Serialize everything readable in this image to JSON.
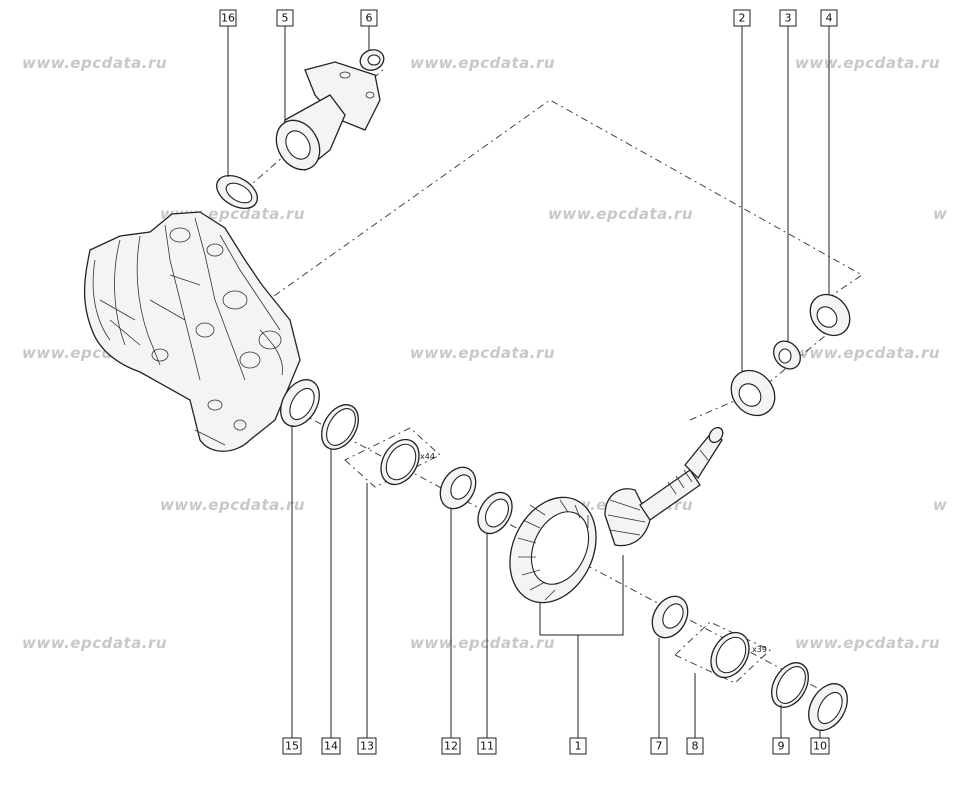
{
  "watermark": "www.epcdata.ru",
  "watermark_partial": "w",
  "callouts": {
    "c1": "1",
    "c2": "2",
    "c3": "3",
    "c4": "4",
    "c5": "5",
    "c6": "6",
    "c7": "7",
    "c8": "8",
    "c9": "9",
    "c10": "10",
    "c11": "11",
    "c12": "12",
    "c13": "13",
    "c14": "14",
    "c15": "15",
    "c16": "16"
  },
  "qty_labels": {
    "shims_13": "x44",
    "shims_8": "x39"
  }
}
